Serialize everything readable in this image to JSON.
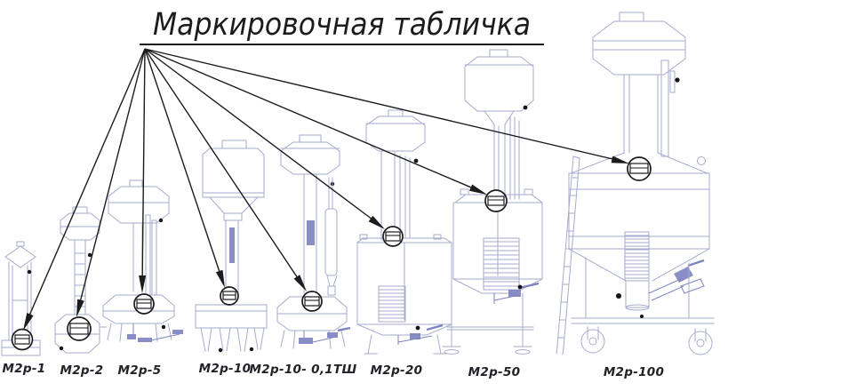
{
  "diagram": {
    "title": "Маркировочная табличка",
    "machines": [
      {
        "id": "m2r-1",
        "label": "М2р-1"
      },
      {
        "id": "m2r-2",
        "label": "М2р-2"
      },
      {
        "id": "m2r-5",
        "label": "М2р-5"
      },
      {
        "id": "m2r-10",
        "label": "М2р-10"
      },
      {
        "id": "m2r-10-01tsh",
        "label": "М2р-10- 0,1ТШ"
      },
      {
        "id": "m2r-20",
        "label": "М2р-20"
      },
      {
        "id": "m2r-50",
        "label": "М2р-50"
      },
      {
        "id": "m2r-100",
        "label": "М2р-100"
      }
    ]
  },
  "colors": {
    "drawing": "#a6abce",
    "drawing_dark": "#7c83c0",
    "ink": "#1c1c1f",
    "label": "#222228",
    "background": "#ffffff"
  }
}
